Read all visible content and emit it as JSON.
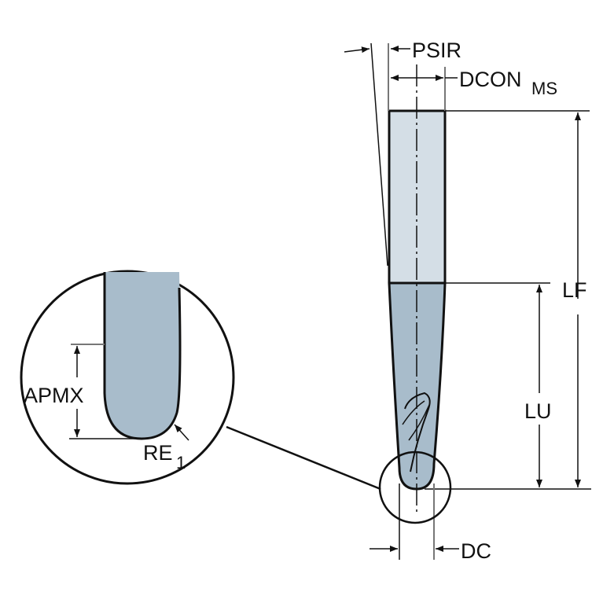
{
  "labels": {
    "psir": "PSIR",
    "dcon": "DCON",
    "dcon_sub": "MS",
    "lf": "LF",
    "lu": "LU",
    "dc": "DC",
    "apmx": "APMX",
    "re": "RE",
    "re_sub": "1"
  },
  "colors": {
    "shank": "#d4dee6",
    "body": "#a8bccb",
    "line": "#111111"
  }
}
